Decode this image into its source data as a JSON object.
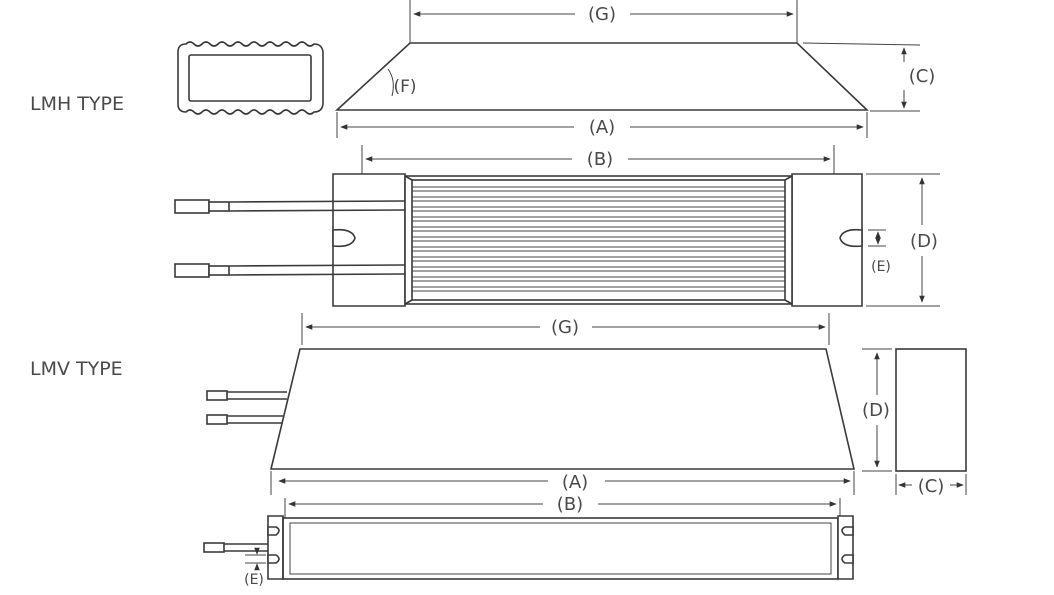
{
  "types": {
    "lmh_label": "LMH TYPE",
    "lmv_label": "LMV TYPE"
  },
  "dims": {
    "A": "(A)",
    "B": "(B)",
    "C": "(C)",
    "D": "(D)",
    "E": "(E)",
    "F": "(F)",
    "G": "(G)"
  }
}
